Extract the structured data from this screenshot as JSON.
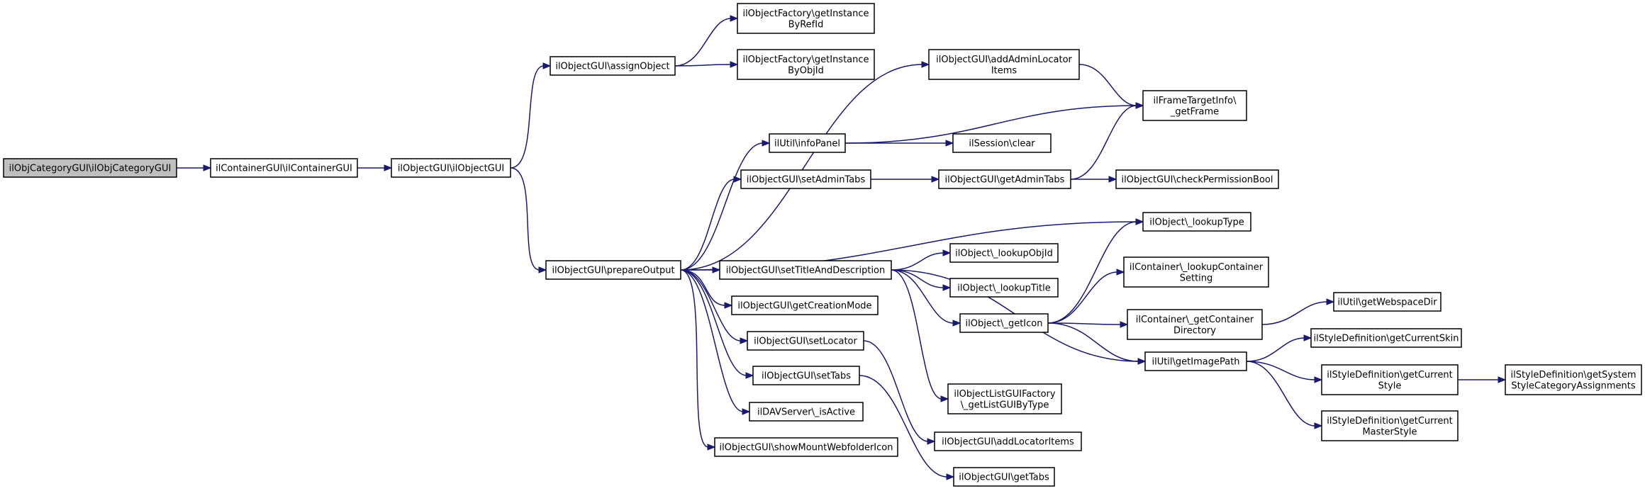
{
  "nodes": [
    {
      "id": "n0",
      "lines": [
        "ilObjCategoryGUI\\ilObjCategoryGUI"
      ],
      "root": true
    },
    {
      "id": "n1",
      "lines": [
        "ilContainerGUI\\ilContainerGUI"
      ]
    },
    {
      "id": "n2",
      "lines": [
        "ilObjectGUI\\ilObjectGUI"
      ]
    },
    {
      "id": "n3",
      "lines": [
        "ilObjectGUI\\assignObject"
      ]
    },
    {
      "id": "n4",
      "lines": [
        "ilObjectGUI\\prepareOutput"
      ]
    },
    {
      "id": "n5",
      "lines": [
        "ilObjectFactory\\getInstance",
        "ByRefId"
      ]
    },
    {
      "id": "n6",
      "lines": [
        "ilObjectFactory\\getInstance",
        "ByObjId"
      ]
    },
    {
      "id": "n7",
      "lines": [
        "ilObjectGUI\\addAdminLocator",
        "Items"
      ]
    },
    {
      "id": "n8",
      "lines": [
        "ilUtil\\infoPanel"
      ]
    },
    {
      "id": "n9",
      "lines": [
        "ilObjectGUI\\setAdminTabs"
      ]
    },
    {
      "id": "n10",
      "lines": [
        "ilObject\\_lookupType"
      ]
    },
    {
      "id": "n11",
      "lines": [
        "ilObjectGUI\\setTitleAndDescription"
      ]
    },
    {
      "id": "n12",
      "lines": [
        "ilObjectGUI\\getCreationMode"
      ]
    },
    {
      "id": "n13",
      "lines": [
        "ilObjectGUI\\setLocator"
      ]
    },
    {
      "id": "n14",
      "lines": [
        "ilObjectGUI\\setTabs"
      ]
    },
    {
      "id": "n15",
      "lines": [
        "ilDAVServer\\_isActive"
      ]
    },
    {
      "id": "n16",
      "lines": [
        "ilObjectGUI\\showMountWebfolderIcon"
      ]
    },
    {
      "id": "n17",
      "lines": [
        "ilFrameTargetInfo\\",
        "_getFrame"
      ]
    },
    {
      "id": "n18",
      "lines": [
        "ilSession\\clear"
      ]
    },
    {
      "id": "n19",
      "lines": [
        "ilObjectGUI\\getAdminTabs"
      ]
    },
    {
      "id": "n20",
      "lines": [
        "ilObjectGUI\\checkPermissionBool"
      ]
    },
    {
      "id": "n21",
      "lines": [
        "ilObject\\_lookupObjId"
      ]
    },
    {
      "id": "n22",
      "lines": [
        "ilObject\\_lookupTitle"
      ]
    },
    {
      "id": "n23",
      "lines": [
        "ilObject\\_getIcon"
      ]
    },
    {
      "id": "n24",
      "lines": [
        "ilObjectListGUIFactory",
        "\\_getListGUIByType"
      ]
    },
    {
      "id": "n25",
      "lines": [
        "ilUtil\\getImagePath"
      ]
    },
    {
      "id": "n26",
      "lines": [
        "ilContainer\\_lookupContainer",
        "Setting"
      ]
    },
    {
      "id": "n27",
      "lines": [
        "ilContainer\\_getContainer",
        "Directory"
      ]
    },
    {
      "id": "n28",
      "lines": [
        "ilObjectGUI\\addLocatorItems"
      ]
    },
    {
      "id": "n29",
      "lines": [
        "ilObjectGUI\\getTabs"
      ]
    },
    {
      "id": "n30",
      "lines": [
        "ilUtil\\getWebspaceDir"
      ]
    },
    {
      "id": "n31",
      "lines": [
        "ilStyleDefinition\\getCurrentSkin"
      ]
    },
    {
      "id": "n32",
      "lines": [
        "ilStyleDefinition\\getCurrent",
        "Style"
      ]
    },
    {
      "id": "n33",
      "lines": [
        "ilStyleDefinition\\getCurrent",
        "MasterStyle"
      ]
    },
    {
      "id": "n34",
      "lines": [
        "ilStyleDefinition\\getSystem",
        "StyleCategoryAssignments"
      ]
    }
  ],
  "edges": [
    [
      "n0",
      "n1"
    ],
    [
      "n1",
      "n2"
    ],
    [
      "n2",
      "n3"
    ],
    [
      "n2",
      "n4"
    ],
    [
      "n3",
      "n5"
    ],
    [
      "n3",
      "n6"
    ],
    [
      "n4",
      "n7"
    ],
    [
      "n4",
      "n8"
    ],
    [
      "n4",
      "n9"
    ],
    [
      "n4",
      "n10"
    ],
    [
      "n4",
      "n11"
    ],
    [
      "n4",
      "n12"
    ],
    [
      "n4",
      "n13"
    ],
    [
      "n4",
      "n14"
    ],
    [
      "n4",
      "n15"
    ],
    [
      "n4",
      "n16"
    ],
    [
      "n7",
      "n17"
    ],
    [
      "n8",
      "n17"
    ],
    [
      "n8",
      "n18"
    ],
    [
      "n9",
      "n19"
    ],
    [
      "n19",
      "n17"
    ],
    [
      "n19",
      "n20"
    ],
    [
      "n11",
      "n21"
    ],
    [
      "n11",
      "n22"
    ],
    [
      "n11",
      "n23"
    ],
    [
      "n11",
      "n24"
    ],
    [
      "n11",
      "n25"
    ],
    [
      "n23",
      "n10"
    ],
    [
      "n23",
      "n26"
    ],
    [
      "n23",
      "n27"
    ],
    [
      "n23",
      "n25"
    ],
    [
      "n13",
      "n28"
    ],
    [
      "n14",
      "n29"
    ],
    [
      "n27",
      "n30"
    ],
    [
      "n25",
      "n31"
    ],
    [
      "n25",
      "n32"
    ],
    [
      "n25",
      "n33"
    ],
    [
      "n32",
      "n34"
    ]
  ],
  "colors": {
    "edge": "#191970",
    "root_fill": "#bfbfbf",
    "node_fill": "#ffffff"
  }
}
